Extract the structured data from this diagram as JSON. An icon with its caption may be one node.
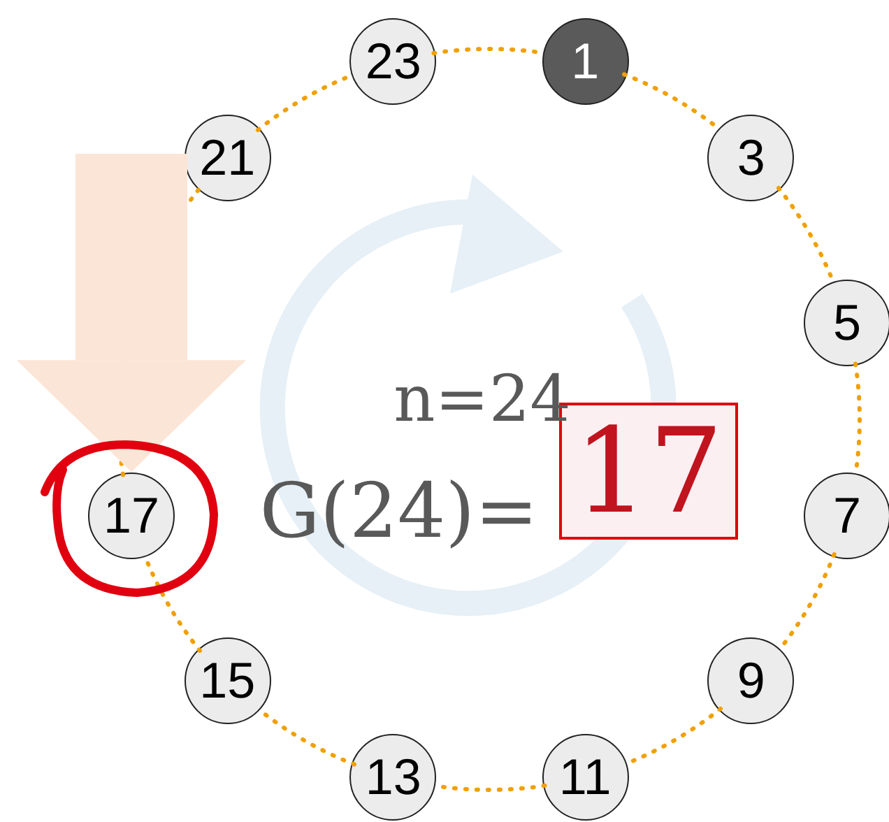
{
  "diagram": {
    "nodes": [
      {
        "text": [
          "1"
        ]
      },
      {
        "text": [
          "3"
        ]
      },
      {
        "text": [
          "5"
        ]
      },
      {
        "text": [
          "7"
        ]
      },
      {
        "text": [
          "9"
        ]
      },
      {
        "text": [
          "11"
        ]
      },
      {
        "text": [
          "13"
        ]
      },
      {
        "text": [
          "15"
        ]
      },
      {
        "text": [
          "17"
        ]
      },
      {
        "text": [
          "21"
        ]
      },
      {
        "text": [
          "23"
        ]
      },
      {
        "text": [
          "17"
        ]
      }
    ],
    "edges": [
      {
        "from": 0,
        "to": 1,
        "arrow": "none",
        "style": "dashed"
      },
      {
        "from": 1,
        "to": 2,
        "arrow": "none",
        "style": "dashed"
      },
      {
        "from": 2,
        "to": 3,
        "arrow": "none",
        "style": "dashed"
      },
      {
        "from": 3,
        "to": 4,
        "arrow": "none",
        "style": "dashed"
      },
      {
        "from": 4,
        "to": 5,
        "arrow": "none",
        "style": "dashed"
      },
      {
        "from": 5,
        "to": 6,
        "arrow": "none",
        "style": "dashed"
      },
      {
        "from": 6,
        "to": 7,
        "arrow": "none",
        "style": "dashed"
      },
      {
        "from": 7,
        "to": 8,
        "arrow": "none",
        "style": "dashed"
      },
      {
        "from": 8,
        "to": 9,
        "arrow": "none",
        "style": "dashed"
      },
      {
        "from": 9,
        "to": 10,
        "arrow": "none",
        "style": "dashed"
      },
      {
        "from": 10,
        "to": 0,
        "arrow": "none",
        "style": "dashed"
      },
      {
        "from": null,
        "to": 8,
        "arrow": "to",
        "style": "thick",
        "color": "#fbe5d6"
      }
    ],
    "labels": [
      "n=24",
      "G(24)="
    ]
  }
}
